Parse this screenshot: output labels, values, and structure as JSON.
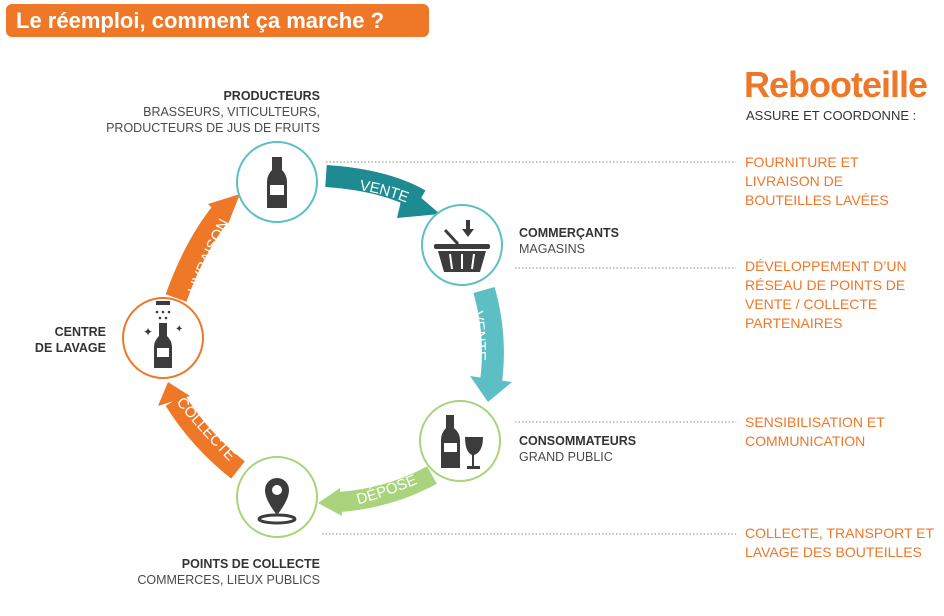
{
  "title": "Le réemploi, comment ça marche ?",
  "nodes": {
    "producteurs": {
      "title": "PRODUCTEURS",
      "subtitle_1": "BRASSEURS, VITICULTEURS,",
      "subtitle_2": "PRODUCTEURS DE JUS DE FRUITS"
    },
    "commercants": {
      "title": "COMMERÇANTS",
      "subtitle": "MAGASINS"
    },
    "consommateurs": {
      "title": "CONSOMMATEURS",
      "subtitle": "GRAND PUBLIC"
    },
    "points_collecte": {
      "title": "POINTS DE COLLECTE",
      "subtitle": "COMMERCES, LIEUX PUBLICS"
    },
    "centre_lavage": {
      "title_1": "CENTRE",
      "title_2": "DE LAVAGE"
    }
  },
  "arrows": {
    "vente_1": "VENTE",
    "vente_2": "VENTE",
    "depose": "DÉPOSE",
    "collecte": "COLLECTE",
    "livraison": "LIVRAISON"
  },
  "brand": {
    "name": "Rebooteille",
    "tagline": "ASSURE ET COORDONNE :"
  },
  "services": [
    {
      "line_1": "FOURNITURE ET",
      "line_2": "LIVRAISON DE",
      "line_3": "BOUTEILLES LAVÉES"
    },
    {
      "line_1": "DÉVELOPPEMENT D’UN",
      "line_2": "RÉSEAU DE POINTS DE",
      "line_3": "VENTE / COLLECTE",
      "line_4": "PARTENAIRES"
    },
    {
      "line_1": "SENSIBILISATION ET",
      "line_2": "COMMUNICATION"
    },
    {
      "line_1": "COLLECTE, TRANSPORT ET",
      "line_2": "LAVAGE DES BOUTEILLES"
    }
  ],
  "colors": {
    "orange": "#ee7728",
    "teal_dark": "#1e8a92",
    "teal_light": "#5bbfc4",
    "green_light": "#a9d37c",
    "gray_text": "#3c3c3c"
  },
  "icons": [
    "bottle-icon",
    "basket-icon",
    "bottle-glass-icon",
    "map-pin-icon",
    "washing-bottle-icon"
  ]
}
